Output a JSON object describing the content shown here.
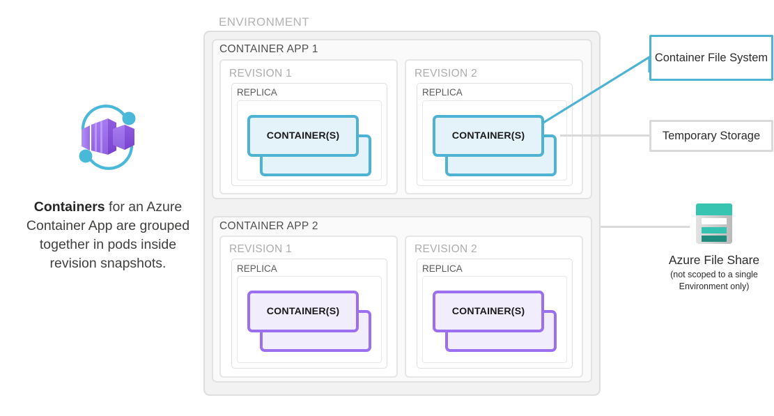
{
  "left_panel": {
    "icon_name": "azure-container-apps-icon",
    "caption_strong": "Containers",
    "caption_rest": " for an Azure Container App are grouped together in pods inside revision snapshots."
  },
  "environment": {
    "label": "ENVIRONMENT",
    "apps": [
      {
        "label": "CONTAINER APP 1",
        "accent": "#4eb3d3",
        "revisions": [
          {
            "label": "REVISION 1",
            "replica_label": "REPLICA",
            "container_label": "CONTAINER(S)"
          },
          {
            "label": "REVISION 2",
            "replica_label": "REPLICA",
            "container_label": "CONTAINER(S)"
          }
        ]
      },
      {
        "label": "CONTAINER APP 2",
        "accent": "#9b6ff0",
        "revisions": [
          {
            "label": "REVISION 1",
            "replica_label": "REPLICA",
            "container_label": "CONTAINER(S)"
          },
          {
            "label": "REVISION 2",
            "replica_label": "REPLICA",
            "container_label": "CONTAINER(S)"
          }
        ]
      }
    ]
  },
  "callouts": {
    "container_file_system": "Container File System",
    "temporary_storage": "Temporary Storage"
  },
  "file_share": {
    "icon_name": "azure-file-share-icon",
    "title": "Azure File Share",
    "subtitle_line1": "(not scoped to a single",
    "subtitle_line2": "Environment only)"
  },
  "colors": {
    "blue_accent": "#4eb3d3",
    "blue_fill": "#e4f3fa",
    "purple_accent": "#9b6ff0",
    "purple_fill": "#f2edfd",
    "teal": "#37c4b0",
    "teal_dark": "#1f8c7e",
    "gray_border": "#d9d9d9",
    "environment_fill": "#f2f2f2"
  }
}
